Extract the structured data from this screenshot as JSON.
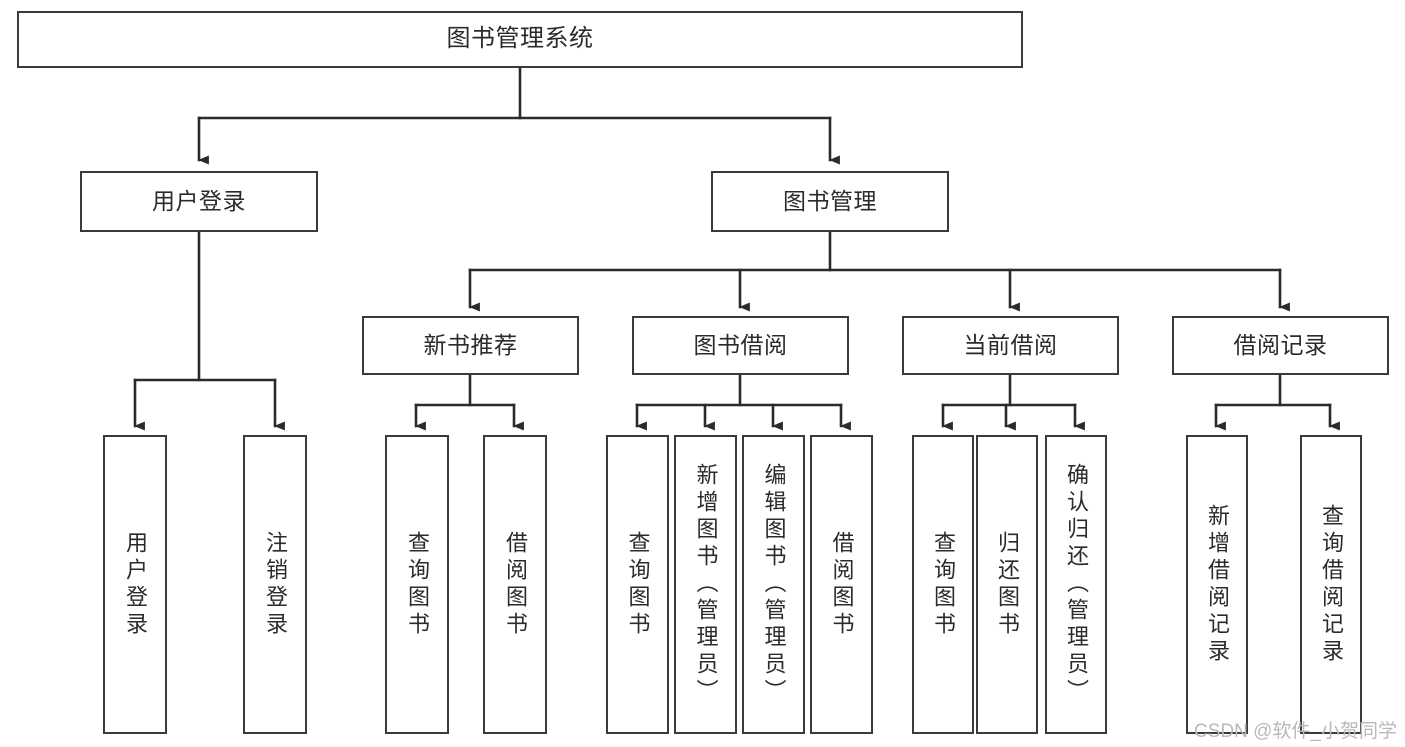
{
  "diagram": {
    "title": "图书管理系统",
    "type": "tree-structure-chart",
    "watermark": "CSDN @软件_小贺同学",
    "colors": {
      "box_border": "#3a3a3a",
      "box_fill": "#ffffff",
      "edge": "#2b2b2b",
      "text": "#2b2b2b",
      "watermark": "#b9b9b9",
      "background": "#ffffff"
    },
    "root": {
      "label": "图书管理系统"
    },
    "level2": [
      {
        "label": "用户登录"
      },
      {
        "label": "图书管理"
      }
    ],
    "level3": [
      {
        "label": "新书推荐"
      },
      {
        "label": "图书借阅"
      },
      {
        "label": "当前借阅"
      },
      {
        "label": "借阅记录"
      }
    ],
    "leaves": {
      "user_login": [
        {
          "label": "用户登录"
        },
        {
          "label": "注销登录"
        }
      ],
      "new_book_recommend": [
        {
          "label": "查询图书"
        },
        {
          "label": "借阅图书"
        }
      ],
      "book_borrow": [
        {
          "label": "查询图书"
        },
        {
          "label": "新增图书（管理员）"
        },
        {
          "label": "编辑图书（管理员）"
        },
        {
          "label": "借阅图书"
        }
      ],
      "current_borrow": [
        {
          "label": "查询图书"
        },
        {
          "label": "归还图书"
        },
        {
          "label": "确认归还（管理员）"
        }
      ],
      "borrow_records": [
        {
          "label": "新增借阅记录"
        },
        {
          "label": "查询借阅记录"
        }
      ]
    }
  }
}
